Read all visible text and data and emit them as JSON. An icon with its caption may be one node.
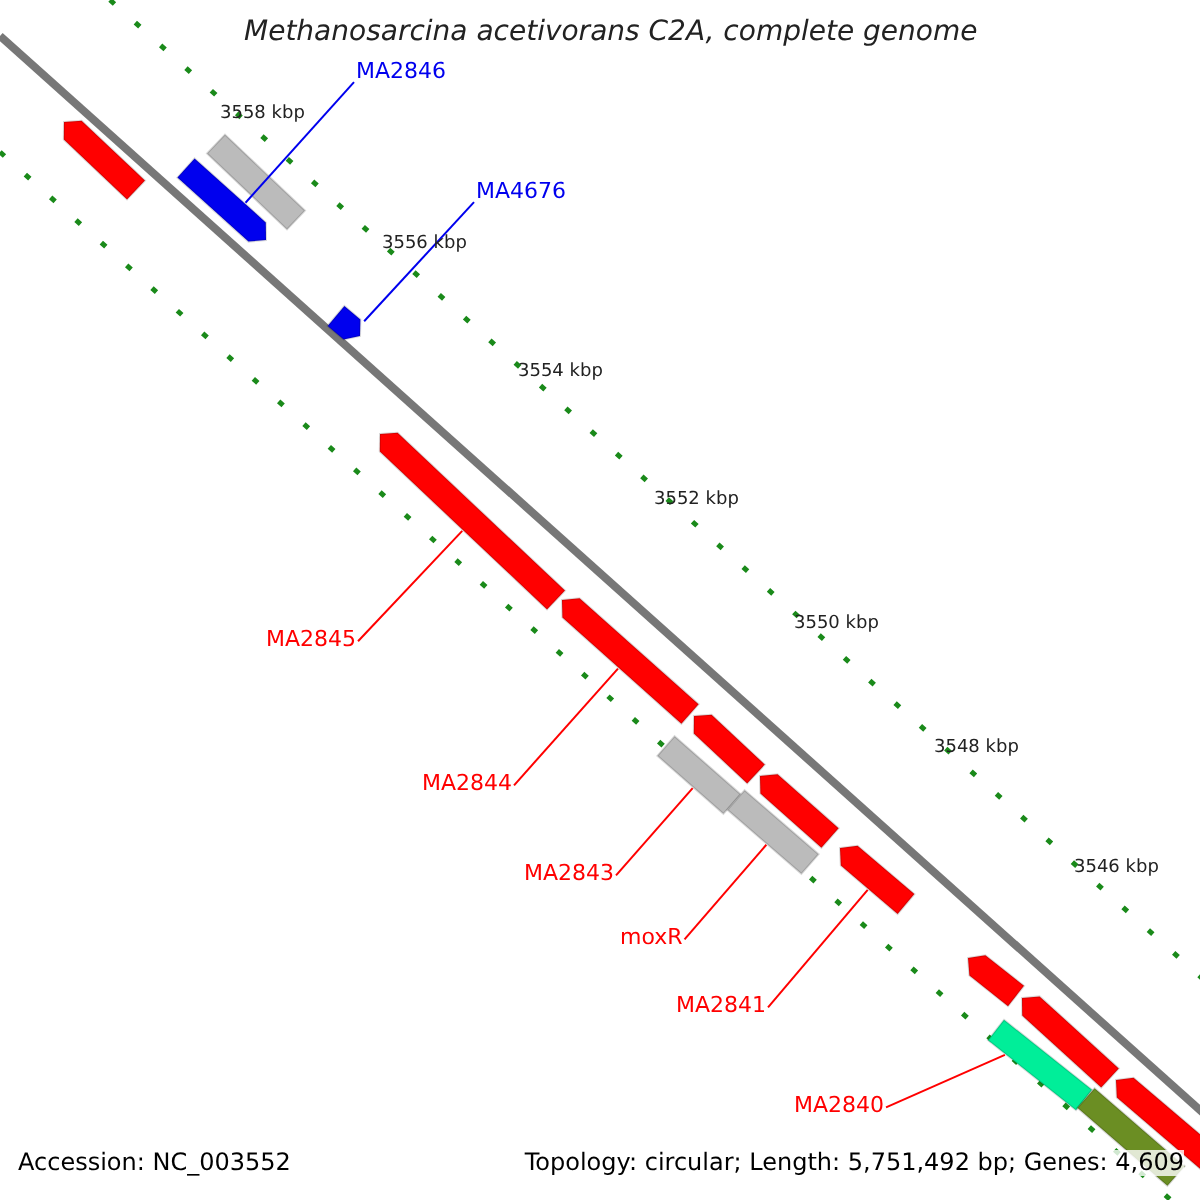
{
  "diagram": {
    "title": "Methanosarcina acetivorans C2A, complete genome",
    "nodes": [
      {
        "text": [],
        "shape": "bar"
      },
      {
        "text": [],
        "shape": "bar"
      },
      {
        "text": [],
        "shape": "bar"
      },
      {
        "text": [],
        "shape": "bar"
      },
      {
        "text": [],
        "shape": "bar"
      },
      {
        "text": [],
        "shape": "bar"
      },
      {
        "text": [],
        "shape": "bar"
      },
      {
        "text": [],
        "shape": "bar"
      },
      {
        "text": [],
        "shape": "bar"
      },
      {
        "text": [],
        "shape": "bar"
      },
      {
        "text": [],
        "shape": "bar"
      },
      {
        "text": [],
        "shape": "bar"
      },
      {
        "text": [],
        "shape": "bar"
      },
      {
        "text": [],
        "shape": "bar"
      },
      {
        "text": [],
        "shape": "bar"
      },
      {
        "text": [],
        "shape": "bar"
      },
      {
        "text": [
          "MA2846"
        ]
      },
      {
        "text": [
          "MA4676"
        ]
      },
      {
        "text": [
          "MA2845"
        ]
      },
      {
        "text": [
          "MA2844"
        ]
      },
      {
        "text": [
          "MA2843"
        ]
      },
      {
        "text": [
          "moxR"
        ]
      },
      {
        "text": [
          "MA2841"
        ]
      },
      {
        "text": [
          "MA2840"
        ]
      }
    ],
    "edges": [
      {
        "from": 16,
        "to": 2,
        "arrow": "none",
        "color": "#0000ee"
      },
      {
        "from": 17,
        "to": 3,
        "arrow": "none",
        "color": "#0000ee"
      },
      {
        "from": 18,
        "to": 4,
        "arrow": "none"
      },
      {
        "from": 19,
        "to": 5,
        "arrow": "none"
      },
      {
        "from": 20,
        "to": 7,
        "arrow": "none"
      },
      {
        "from": 21,
        "to": 8,
        "arrow": "none"
      },
      {
        "from": 22,
        "to": 10,
        "arrow": "none"
      },
      {
        "from": 23,
        "to": 13,
        "arrow": "none"
      }
    ],
    "labels": [
      "3558 kbp",
      "3556 kbp",
      "3554 kbp",
      "3552 kbp",
      "3550 kbp",
      "3548 kbp",
      "3546 kbp",
      "Accession: NC_003552",
      "Topology: circular; Length: 5,751,492 bp; Genes: 4,609"
    ]
  }
}
